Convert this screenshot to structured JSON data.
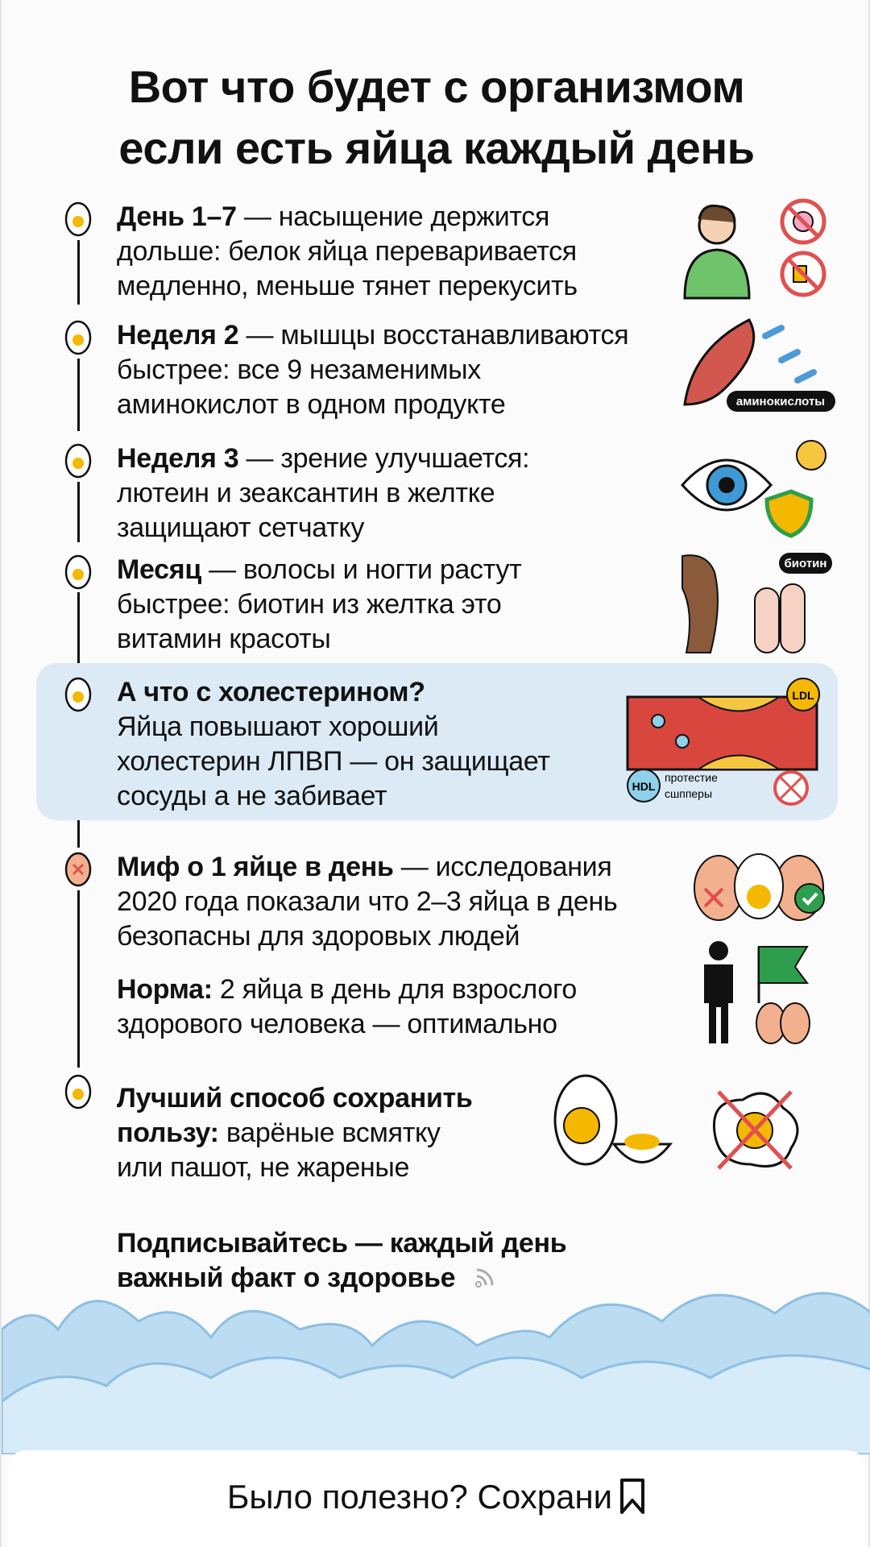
{
  "title": {
    "line1": "Вот что будет с организмом",
    "line2": "если есть яйца каждый день"
  },
  "items": [
    {
      "lines": [
        {
          "bold": "День 1–7",
          "text": " — насыщение держится"
        },
        {
          "text": "дольше: белок яйца переваривается"
        },
        {
          "text": "медленно, меньше тянет перекусить"
        }
      ]
    },
    {
      "lines": [
        {
          "bold": "Неделя 2",
          "text": " — мышцы восстанавливаются"
        },
        {
          "text": "быстрее: все 9 незаменимых"
        },
        {
          "text": "аминокислот в одном продукте"
        }
      ],
      "badge": "аминокислоты"
    },
    {
      "lines": [
        {
          "bold": "Неделя 3",
          "text": " — зрение улучшается:"
        },
        {
          "text": "лютеин и зеаксантин в желтке"
        },
        {
          "text": "защищают сетчатку"
        }
      ]
    },
    {
      "lines": [
        {
          "bold": "Месяц",
          "text": " — волосы и ногти растут"
        },
        {
          "text": "быстрее: биотин из желтка это"
        },
        {
          "text": "витамин красоты"
        }
      ],
      "badge": "биотин"
    },
    {
      "lines": [
        {
          "bold": "А что с холестерином?"
        },
        {
          "text": "Яйца повышают хороший"
        },
        {
          "text": "холестерин ЛПВП — он защищает"
        },
        {
          "text": "сосуды а не забивает"
        }
      ],
      "ldl": "LDL",
      "hdl": "HDL",
      "caption1": "протестие",
      "caption2": "сшпперы"
    },
    {
      "lines": [
        {
          "bold": "Миф о 1 яйце в день",
          "text": " — исследования"
        },
        {
          "text": "2020 года показали что 2–3 яйца в день"
        },
        {
          "text": "безопасны для здоровых людей"
        }
      ]
    },
    {
      "lines": [
        {
          "bold": "Норма:",
          "text": " 2 яйца в день для взрослого"
        },
        {
          "text": "здорового человека — оптимально"
        }
      ]
    },
    {
      "lines": [
        {
          "bold": "Лучший способ сохранить"
        },
        {
          "bold": "пользу:",
          "text": " варёные всмятку"
        },
        {
          "text": "или пашот, не жареные"
        }
      ]
    },
    {
      "lines": [
        {
          "bold": "Подписывайтесь — каждый день"
        },
        {
          "bold": "важный факт о здоровье"
        }
      ]
    }
  ],
  "footer": {
    "label": "Было полезно? Сохрани"
  },
  "colors": {
    "accent": "#f5b800",
    "box": "#dbeaf5",
    "cloud": "#a9d0ee",
    "no": "#e05050",
    "yes": "#2e9e4c"
  }
}
